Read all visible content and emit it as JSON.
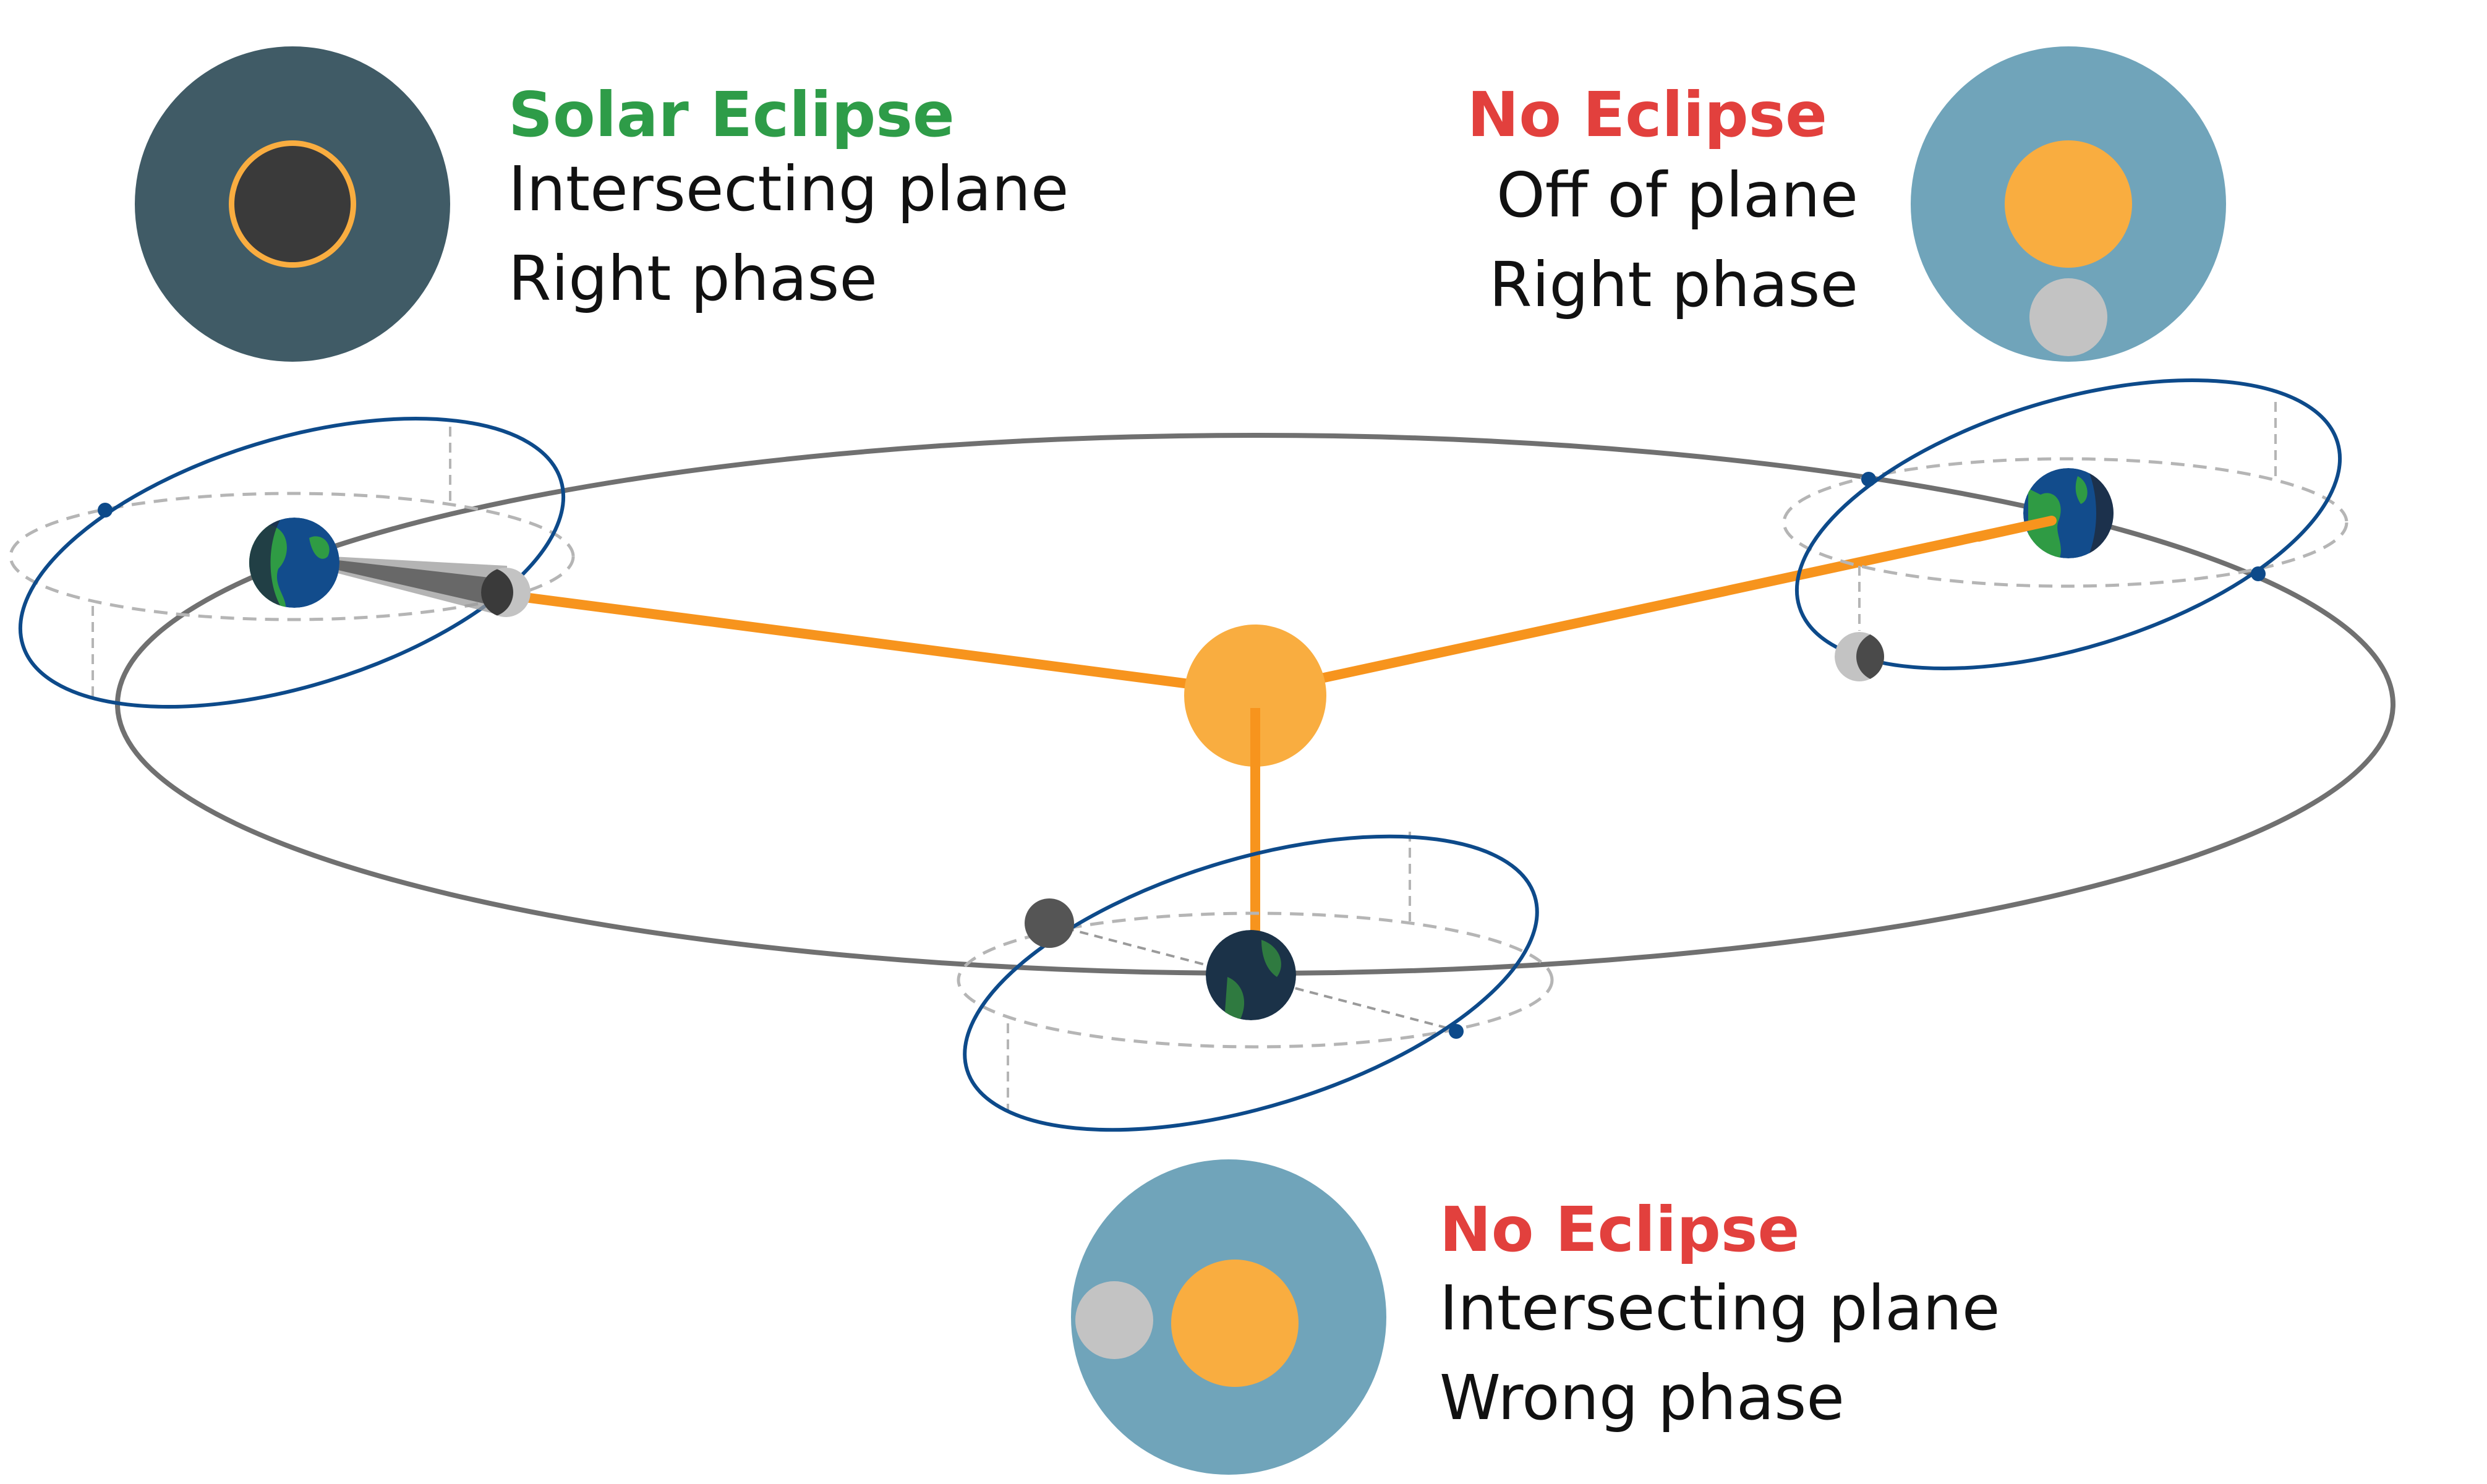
{
  "colors": {
    "sun": "#f9ad40",
    "sun_line": "#f7941d",
    "sky_dark": "#405b66",
    "sky_light": "#70a4ba",
    "moon_gray": "#c3c3c3",
    "moon_dark": "#3a3a3a",
    "orbit_blue": "#0d4a8a",
    "orbit_gray": "#707070",
    "ok_green": "#2e9c48",
    "fail_red": "#e2403d",
    "earth_ocean": "#124c8c",
    "earth_land": "#2f9b44"
  },
  "panels": [
    {
      "status": "Solar Eclipse",
      "status_color": "#2e9c48",
      "conditions": [
        "Intersecting plane",
        "Right phase"
      ],
      "view": "moon-covers-sun"
    },
    {
      "status": "No Eclipse",
      "status_color": "#e2403d",
      "conditions": [
        "Off of plane",
        "Right phase"
      ],
      "view": "moon-below-sun"
    },
    {
      "status": "No Eclipse",
      "status_color": "#e2403d",
      "conditions": [
        "Intersecting plane",
        "Wrong phase"
      ],
      "view": "moon-beside-sun"
    }
  ],
  "icons": [
    "sun-icon",
    "earth-icon",
    "moon-icon",
    "node-marker-icon"
  ]
}
